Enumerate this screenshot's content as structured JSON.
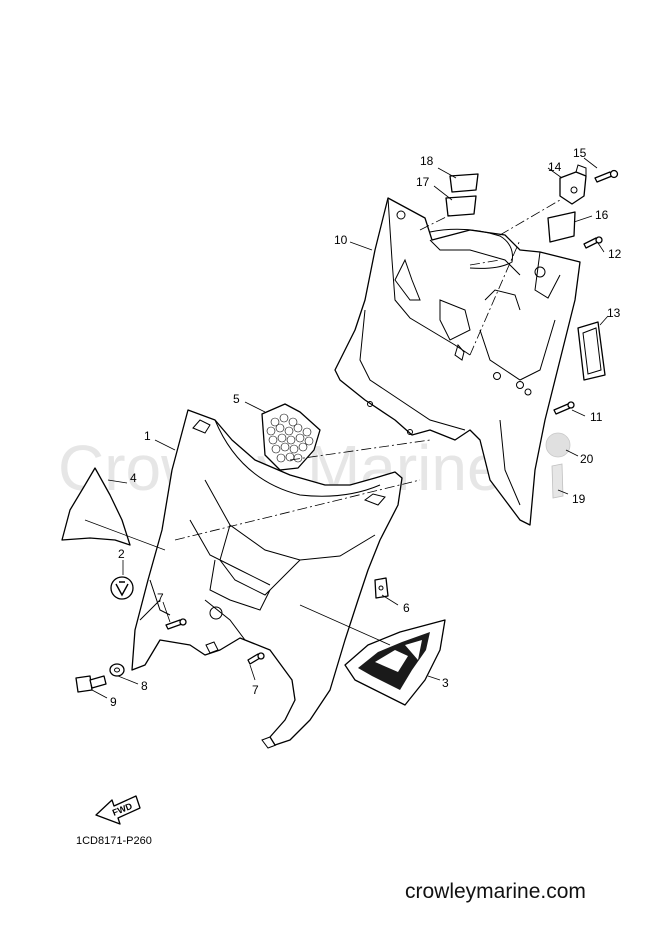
{
  "watermark": "Crowley Marine",
  "diagram_code": "1CD8171-P260",
  "website": "crowleymarine.com",
  "fwd_label": "FWD",
  "callouts": [
    "1",
    "2",
    "3",
    "4",
    "5",
    "6",
    "7",
    "7",
    "8",
    "9",
    "10",
    "11",
    "12",
    "13",
    "14",
    "15",
    "16",
    "17",
    "18",
    "19",
    "20"
  ],
  "colors": {
    "line": "#000000",
    "watermark": "#e6e6e6",
    "background": "#ffffff"
  },
  "icons": [
    "fwd-arrow-icon",
    "yamaha-emblem-icon"
  ]
}
